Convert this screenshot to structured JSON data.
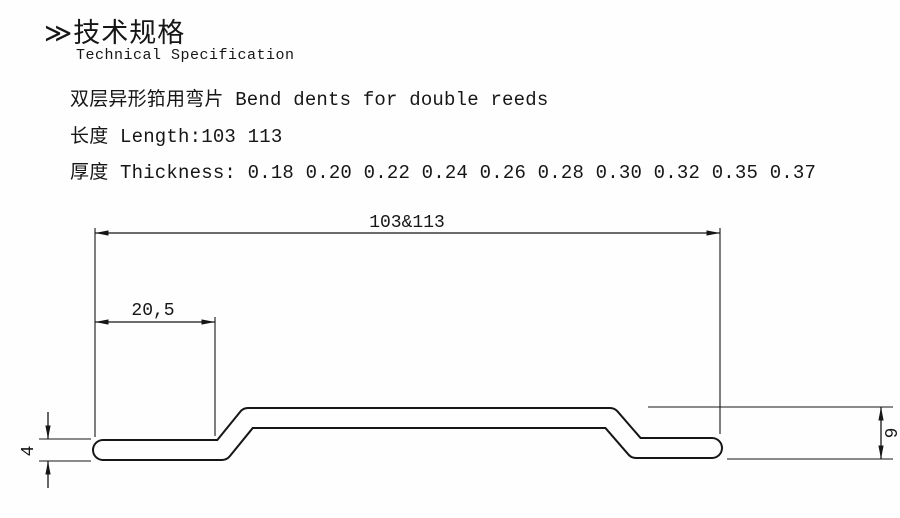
{
  "header": {
    "title": "≫技术规格",
    "subtitle": "Technical Specification"
  },
  "spec": {
    "product": "双层异形筘用弯片 Bend dents for double reeds",
    "length": "长度 Length:103 113",
    "thickness": "厚度 Thickness: 0.18 0.20 0.22 0.24 0.26 0.28 0.30 0.32 0.35 0.37"
  },
  "drawing": {
    "dim_total": "103&113",
    "dim_left_offset": "20,5",
    "dim_height_left": "4",
    "dim_height_right": "9"
  }
}
